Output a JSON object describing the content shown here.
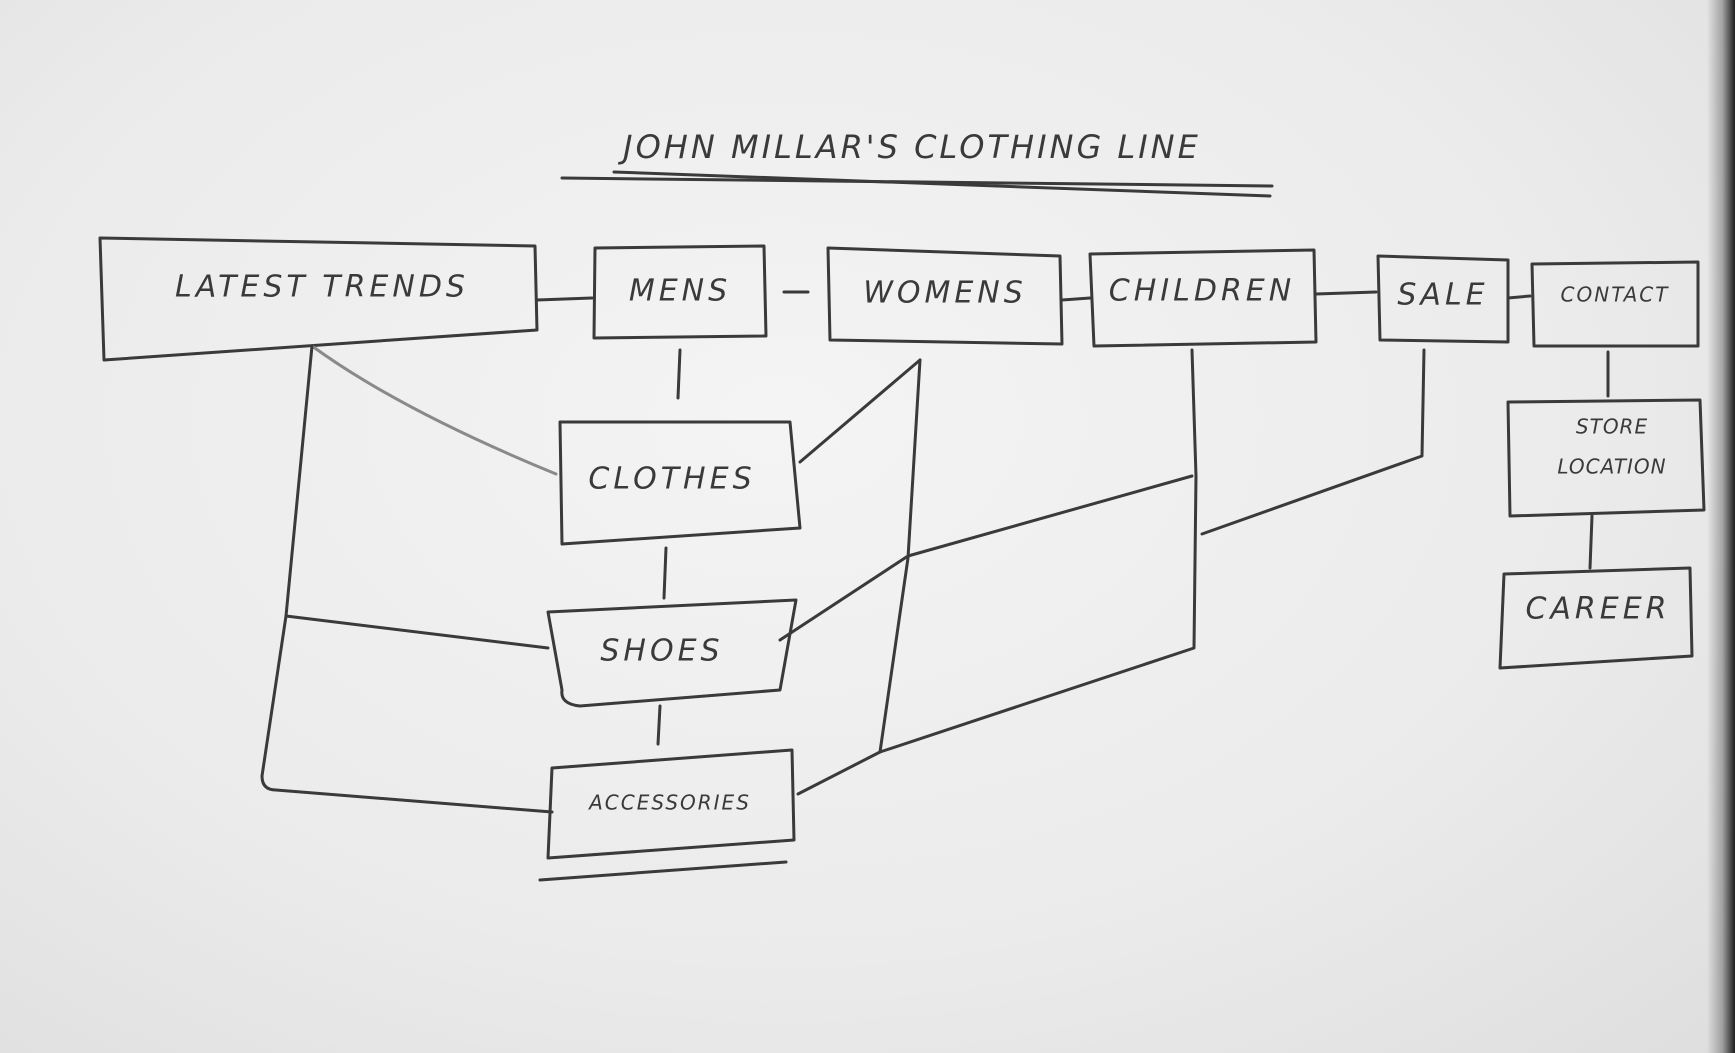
{
  "title": "JOHN MILLAR'S CLOTHING LINE",
  "nodes": {
    "latest_trends": "LATEST TRENDS",
    "mens": "MENS",
    "womens": "WOMENS",
    "children": "CHILDREN",
    "sale": "SALE",
    "contact": "CONTACT",
    "clothes": "CLOTHES",
    "shoes": "SHOES",
    "accessories": "ACCESSORIES",
    "store_location_line1": "STORE",
    "store_location_line2": "LOCATION",
    "career": "CAREER"
  },
  "colors": {
    "ink": "#3a3a3a",
    "paper": "#efefef"
  }
}
